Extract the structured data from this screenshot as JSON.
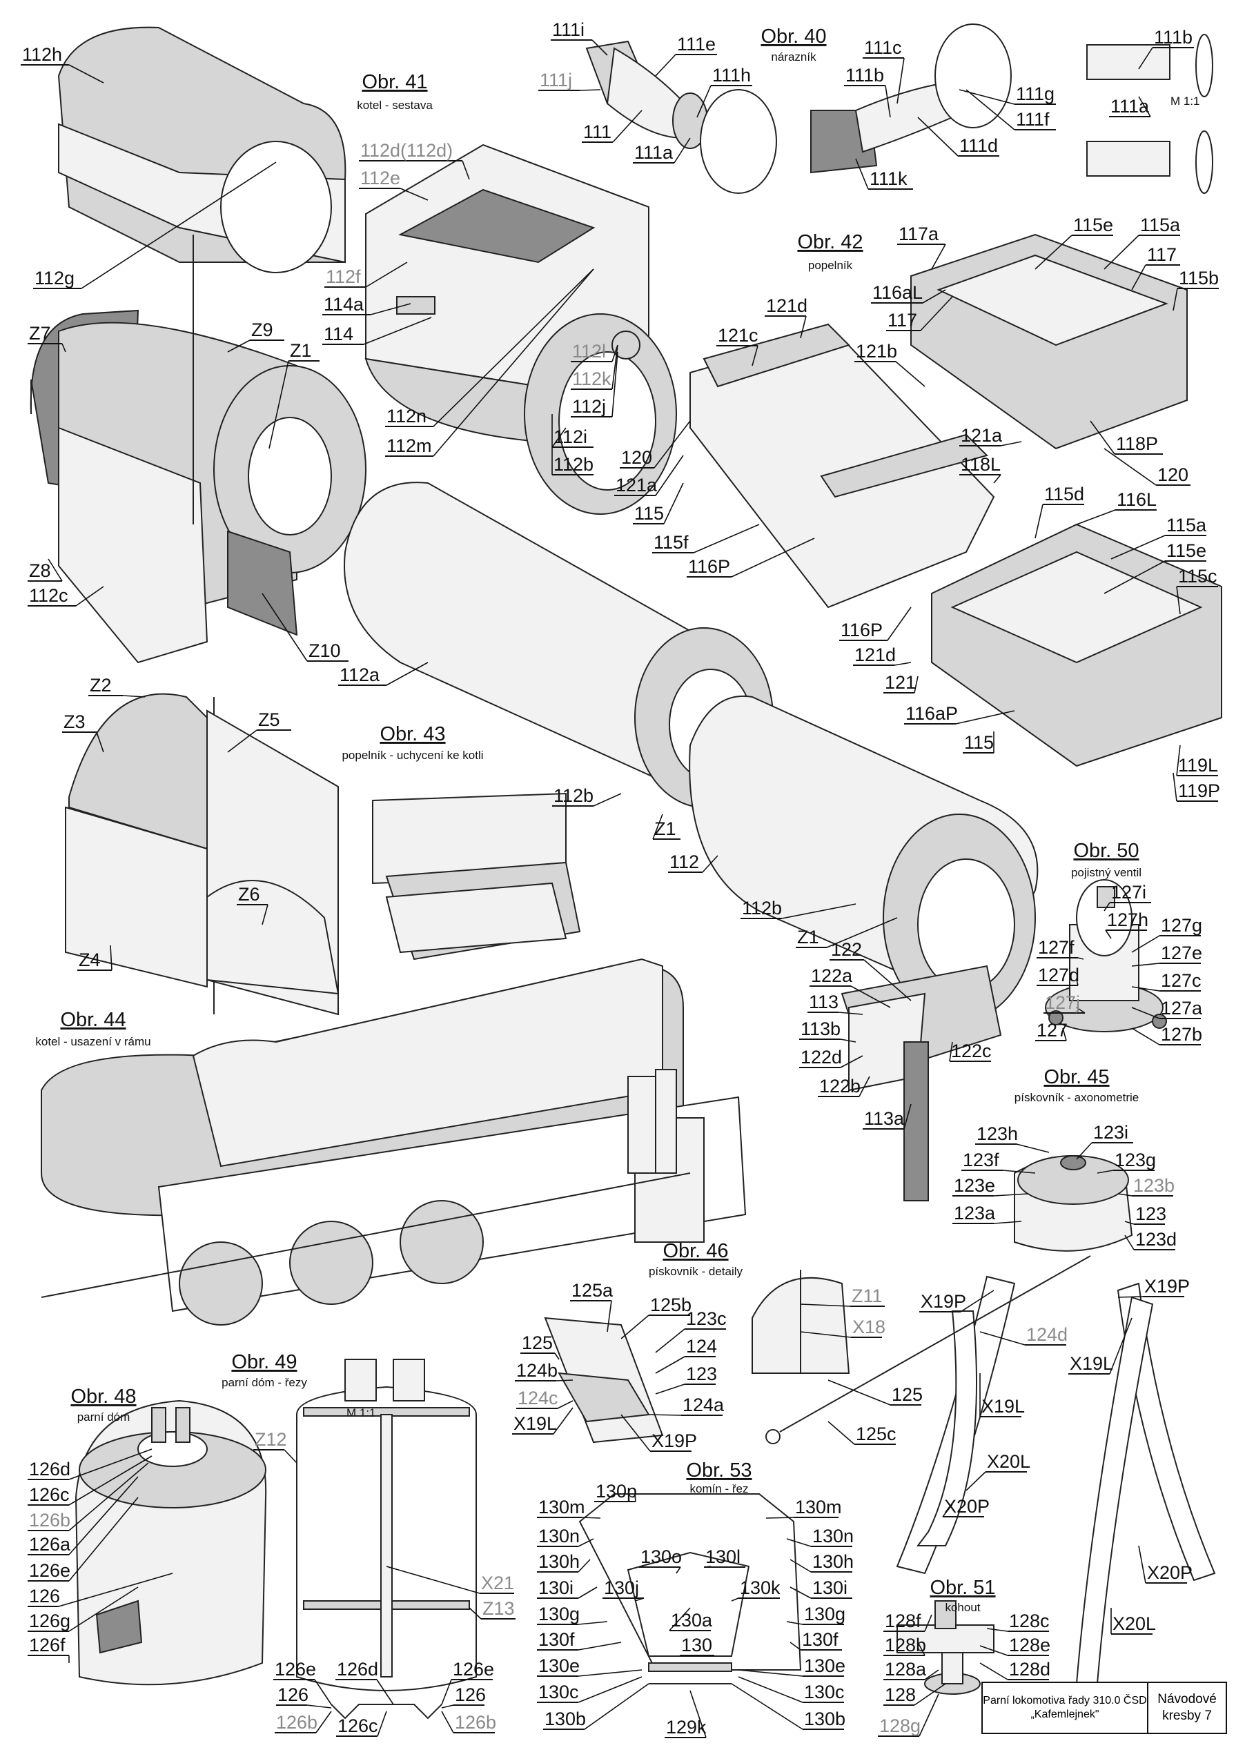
{
  "figures": [
    {
      "id": "obr40",
      "title": "Obr. 40",
      "subtitle": "nárazník"
    },
    {
      "id": "obr41",
      "title": "Obr. 41",
      "subtitle": "kotel - sestava"
    },
    {
      "id": "obr42",
      "title": "Obr. 42",
      "subtitle": "popelník"
    },
    {
      "id": "obr43",
      "title": "Obr. 43",
      "subtitle": "popelník - uchycení ke kotli"
    },
    {
      "id": "obr44",
      "title": "Obr. 44",
      "subtitle": "kotel - usazení v rámu"
    },
    {
      "id": "obr45",
      "title": "Obr. 45",
      "subtitle": "pískovník - axonometrie"
    },
    {
      "id": "obr46",
      "title": "Obr. 46",
      "subtitle": "pískovník - detaily"
    },
    {
      "id": "obr48",
      "title": "Obr. 48",
      "subtitle": "parní dóm"
    },
    {
      "id": "obr49",
      "title": "Obr. 49",
      "subtitle": "parní dóm - řezy"
    },
    {
      "id": "obr50",
      "title": "Obr. 50",
      "subtitle": "pojistný ventil"
    },
    {
      "id": "obr51",
      "title": "Obr. 51",
      "subtitle": "kohout"
    },
    {
      "id": "obr53",
      "title": "Obr. 53",
      "subtitle": "komín - řez"
    }
  ],
  "scale_notes": [
    "M 1:1",
    "M 1:1"
  ],
  "part_labels": [
    "112h",
    "112g",
    "Z7",
    "Z9",
    "Z1",
    "Z8",
    "112c",
    "Z10",
    "112a",
    "Z2",
    "Z3",
    "Z5",
    "Z6",
    "Z4",
    "112d(112d)",
    "112e",
    "112f",
    "114a",
    "114",
    "112n",
    "112m",
    "112l",
    "112k",
    "112j",
    "112i",
    "112b",
    "111i",
    "111j",
    "111e",
    "111h",
    "111",
    "111a",
    "111c",
    "111b",
    "111g",
    "111f",
    "111d",
    "111k",
    "111b",
    "111a",
    "117a",
    "115e",
    "115a",
    "116aL",
    "117",
    "117",
    "115b",
    "121d",
    "121c",
    "121b",
    "120",
    "121a",
    "115",
    "115f",
    "116P",
    "121a",
    "118L",
    "118P",
    "120",
    "115d",
    "116L",
    "115a",
    "115e",
    "115c",
    "116P",
    "121d",
    "121",
    "116aP",
    "115",
    "119L",
    "119P",
    "112b",
    "Z1",
    "112",
    "112b",
    "Z1",
    "122",
    "122a",
    "113",
    "113b",
    "122d",
    "122c",
    "122b",
    "113a",
    "127i",
    "127h",
    "127g",
    "127f",
    "127e",
    "127d",
    "127c",
    "127j",
    "127a",
    "127",
    "127b",
    "123h",
    "123i",
    "123f",
    "123g",
    "123e",
    "123b",
    "123a",
    "123",
    "123d",
    "125a",
    "125b",
    "123c",
    "125",
    "124",
    "124b",
    "123",
    "124c",
    "124a",
    "X19L",
    "X19P",
    "Z11",
    "X18",
    "X19P",
    "124d",
    "X19P",
    "X19L",
    "X19L",
    "125",
    "125c",
    "X20L",
    "X20P",
    "X20P",
    "X20L",
    "126d",
    "126c",
    "126b",
    "126a",
    "126e",
    "126",
    "126g",
    "126f",
    "Z12",
    "X21",
    "Z13",
    "126e",
    "126d",
    "126e",
    "126",
    "126",
    "126b",
    "126c",
    "126b",
    "130m",
    "130p",
    "130m",
    "130n",
    "130o",
    "130l",
    "130n",
    "130h",
    "130h",
    "130i",
    "130j",
    "130k",
    "130i",
    "130g",
    "130a",
    "130g",
    "130f",
    "130",
    "130f",
    "130e",
    "130e",
    "130c",
    "130c",
    "130b",
    "129k",
    "130b",
    "128f",
    "128c",
    "128b",
    "128e",
    "128a",
    "128d",
    "128",
    "128g"
  ],
  "title_block": {
    "left_line1": "Parní lokomotiva řady 310.0 ČSD",
    "left_line2": "„Kafemlejnek\"",
    "right_line1": "Návodové",
    "right_line2": "kresby 7"
  },
  "colors": {
    "light": "#f2f2f2",
    "mid": "#d6d6d6",
    "dark": "#8c8c8c",
    "label": "#111111",
    "label_grey": "#8a8a8a"
  }
}
